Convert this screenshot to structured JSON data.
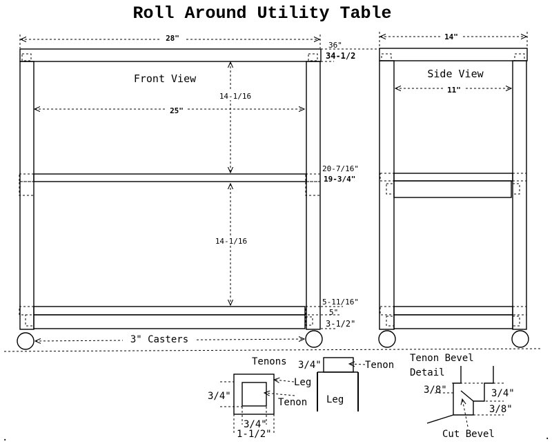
{
  "title": "Roll Around Utility Table",
  "front_view": {
    "label": "Front View",
    "width": "28\"",
    "inner_width": "25\"",
    "upper_gap": "14-1/16",
    "lower_gap": "14-1/16",
    "casters": "3\" Casters"
  },
  "heights": {
    "top": "36\"",
    "top_under": "34-1/2",
    "mid_top": "20-7/16\"",
    "mid_rail": "19-3/4\"",
    "low_top": "5-11/16\"",
    "low_rail": "5\"",
    "low_bottom": "3-1/2\""
  },
  "side_view": {
    "label": "Side View",
    "depth": "14\"",
    "inner_depth": "11\""
  },
  "tenons_detail": {
    "label": "Tenons",
    "leg": "Leg",
    "tenon": "Tenon",
    "dim_side": "3/4\"",
    "dim_inner": "3/4\"",
    "dim_outer": "1-1/2\""
  },
  "leg_detail": {
    "dim": "3/4\"",
    "tenon": "Tenon",
    "leg": "Leg"
  },
  "bevel_detail": {
    "label_line1": "Tenon Bevel",
    "label_line2": "Detail",
    "dim_left": "3/8\"",
    "dim_right": "3/4\"",
    "dim_bottom": "3/8\"",
    "cut": "Cut Bevel"
  },
  "marks": {
    "left_dot": ".",
    "right_dot": "."
  }
}
